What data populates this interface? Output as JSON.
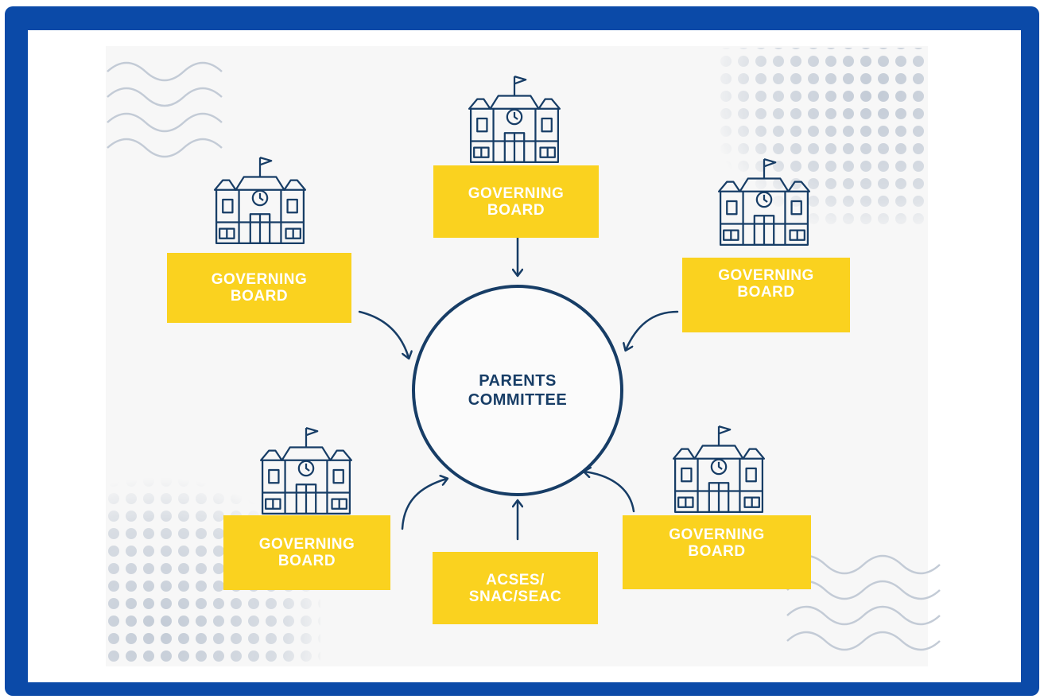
{
  "hub": {
    "label": "PARENTS\nCOMMITTEE"
  },
  "boards": [
    {
      "id": "top",
      "label": "GOVERNING\nBOARD"
    },
    {
      "id": "left",
      "label": "GOVERNING\nBOARD"
    },
    {
      "id": "right",
      "label": "GOVERNING\nBOARD"
    },
    {
      "id": "bottom-left",
      "label": "GOVERNING\nBOARD"
    },
    {
      "id": "bottom-right",
      "label": "GOVERNING\nBOARD"
    }
  ],
  "advisory": {
    "label": "ACSES/\nSNAC/SEAC"
  },
  "icons": {
    "school": "school-building-icon"
  },
  "colors": {
    "frame": "#0b4aa8",
    "box": "#fad21f",
    "ink": "#173d66",
    "decor": "#c3cbd6"
  }
}
